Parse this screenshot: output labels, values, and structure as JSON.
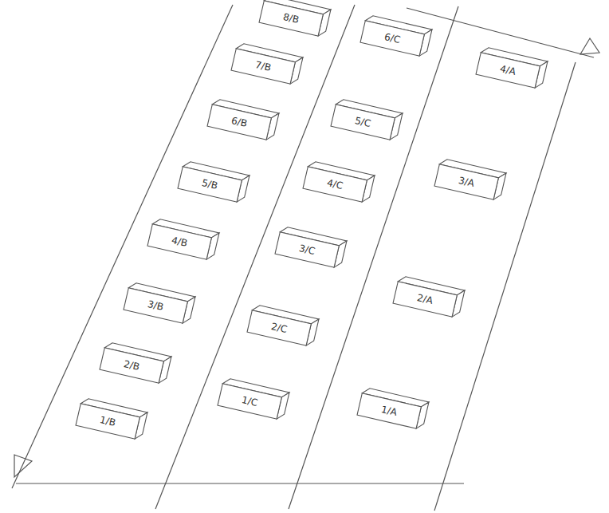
{
  "diagram": {
    "nodes": [
      {
        "text": [
          "8/B"
        ]
      },
      {
        "text": [
          "7/B"
        ]
      },
      {
        "text": [
          "6/B"
        ]
      },
      {
        "text": [
          "5/B"
        ]
      },
      {
        "text": [
          "4/B"
        ]
      },
      {
        "text": [
          "3/B"
        ]
      },
      {
        "text": [
          "2/B"
        ]
      },
      {
        "text": [
          "1/B"
        ]
      },
      {
        "text": [
          "6/C"
        ]
      },
      {
        "text": [
          "5/C"
        ]
      },
      {
        "text": [
          "4/C"
        ]
      },
      {
        "text": [
          "3/C"
        ]
      },
      {
        "text": [
          "2/C"
        ]
      },
      {
        "text": [
          "1/C"
        ]
      },
      {
        "text": [
          "4/A"
        ]
      },
      {
        "text": [
          "3/A"
        ]
      },
      {
        "text": [
          "2/A"
        ]
      },
      {
        "text": [
          "1/A"
        ]
      }
    ]
  }
}
